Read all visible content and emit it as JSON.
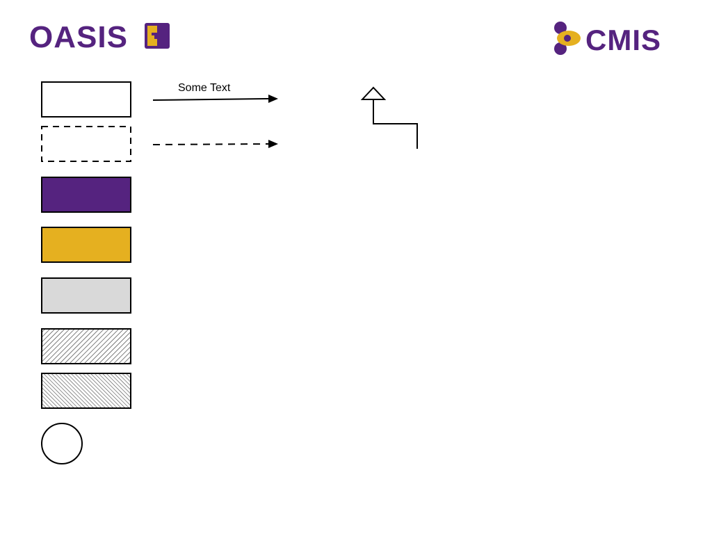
{
  "logos": {
    "oasis": "OASIS",
    "cmis": "CMIS"
  },
  "diagram": {
    "arrow_label": "Some Text"
  },
  "colors": {
    "purple": "#55237f",
    "gold": "#e5b020",
    "gray": "#d9d9d9",
    "stroke": "#000000"
  }
}
